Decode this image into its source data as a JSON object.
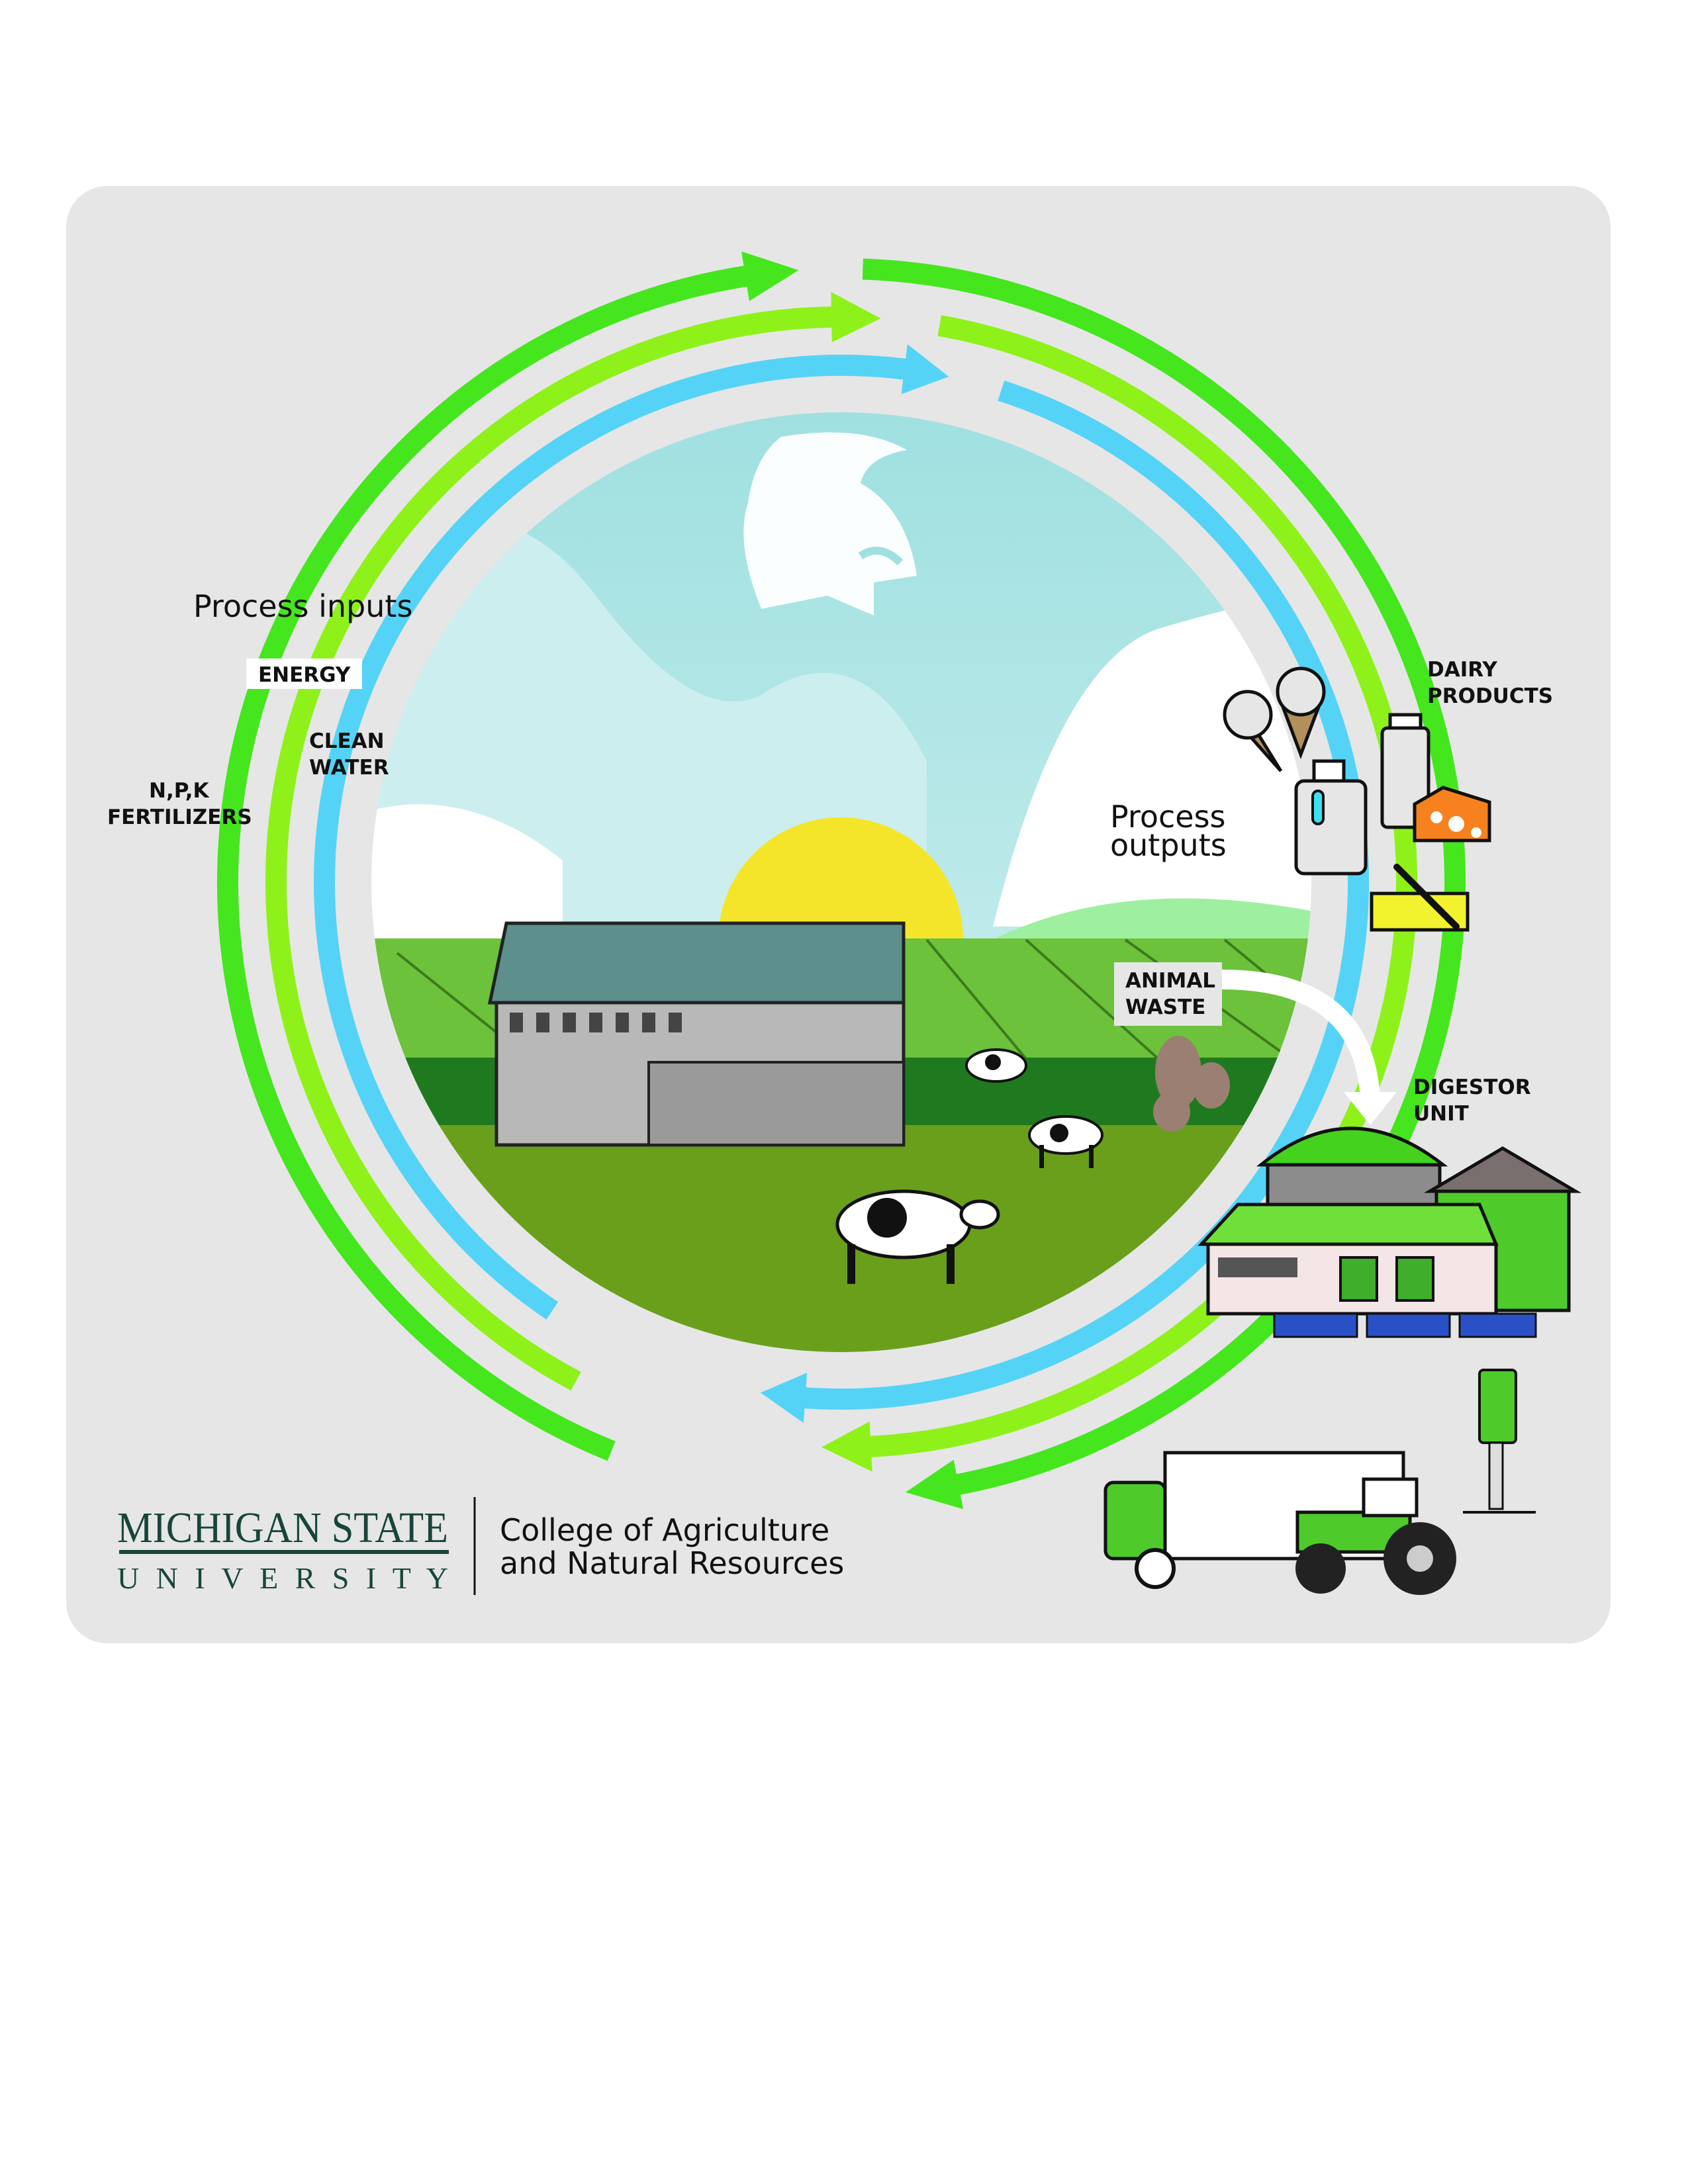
{
  "diagram": {
    "inputs_title": "Process inputs",
    "inputs": {
      "energy": "ENERGY",
      "clean_water": [
        "CLEAN",
        "WATER"
      ],
      "fertilizers": [
        "N,P,K",
        "FERTILIZERS"
      ]
    },
    "outputs_title": [
      "Process",
      "outputs"
    ],
    "dairy_products": [
      "DAIRY",
      "PRODUCTS"
    ],
    "animal_waste": [
      "ANIMAL",
      "WASTE"
    ],
    "digestor_unit": [
      "DIGESTOR",
      "UNIT"
    ]
  },
  "footer": {
    "university_line1": "MICHIGAN STATE",
    "university_line2": "U N I V E R S I T Y",
    "college_line1": "College of Agriculture",
    "college_line2": "and Natural Resources"
  },
  "colors": {
    "panel": "#e6e6e6",
    "bright_green": "#45e61e",
    "light_green": "#8ef21a",
    "blue": "#55d3f7",
    "msu_green": "#18453B"
  }
}
